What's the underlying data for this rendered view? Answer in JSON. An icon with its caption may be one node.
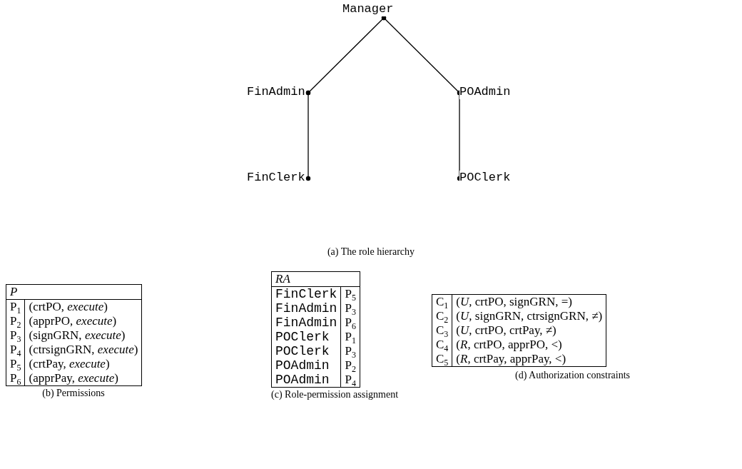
{
  "diagram": {
    "nodes": [
      {
        "text": [
          "Manager"
        ]
      },
      {
        "text": [
          "FinAdmin"
        ]
      },
      {
        "text": [
          "POAdmin"
        ]
      },
      {
        "text": [
          "FinClerk"
        ]
      },
      {
        "text": [
          "POClerk"
        ]
      }
    ],
    "edges": [
      {
        "from": 0,
        "to": 1,
        "arrow": "other"
      },
      {
        "from": 0,
        "to": 2,
        "arrow": "other"
      },
      {
        "from": 1,
        "to": 3,
        "arrow": "other"
      },
      {
        "from": 2,
        "to": 4,
        "arrow": "other"
      }
    ],
    "labels": [
      "(a) The role hierarchy",
      "P",
      "P$_{1}$",
      "(crtPO, *execute*)",
      "P$_{2}$",
      "(apprPO, *execute*)",
      "P$_{3}$",
      "(signGRN, *execute*)",
      "P$_{4}$",
      "(ctrsignGRN, *execute*)",
      "P$_{5}$",
      "(crtPay, *execute*)",
      "P$_{6}$",
      "(apprPay, *execute*)",
      "(b) Permissions",
      "RA",
      "FinClerk",
      "P$_{5}$",
      "FinAdmin",
      "P$_{3}$",
      "FinAdmin",
      "P$_{6}$",
      "POClerk",
      "P$_{1}$",
      "POClerk",
      "P$_{3}$",
      "POAdmin",
      "P$_{2}$",
      "POAdmin",
      "P$_{4}$",
      "(c) Role-permission assignment",
      "C$_{1}$",
      "(*U*, crtPO, signGRN, =)",
      "C$_{2}$",
      "(*U*, signGRN, ctrsignGRN, ≠)",
      "C$_{3}$",
      "(*U*, crtPO, crtPay, ≠)",
      "C$_{4}$",
      "(*R*, crtPO, apprPO, <)",
      "C$_{5}$",
      "(*R*, crtPay, apprPay, <)",
      "(d) Authorization constraints"
    ]
  }
}
